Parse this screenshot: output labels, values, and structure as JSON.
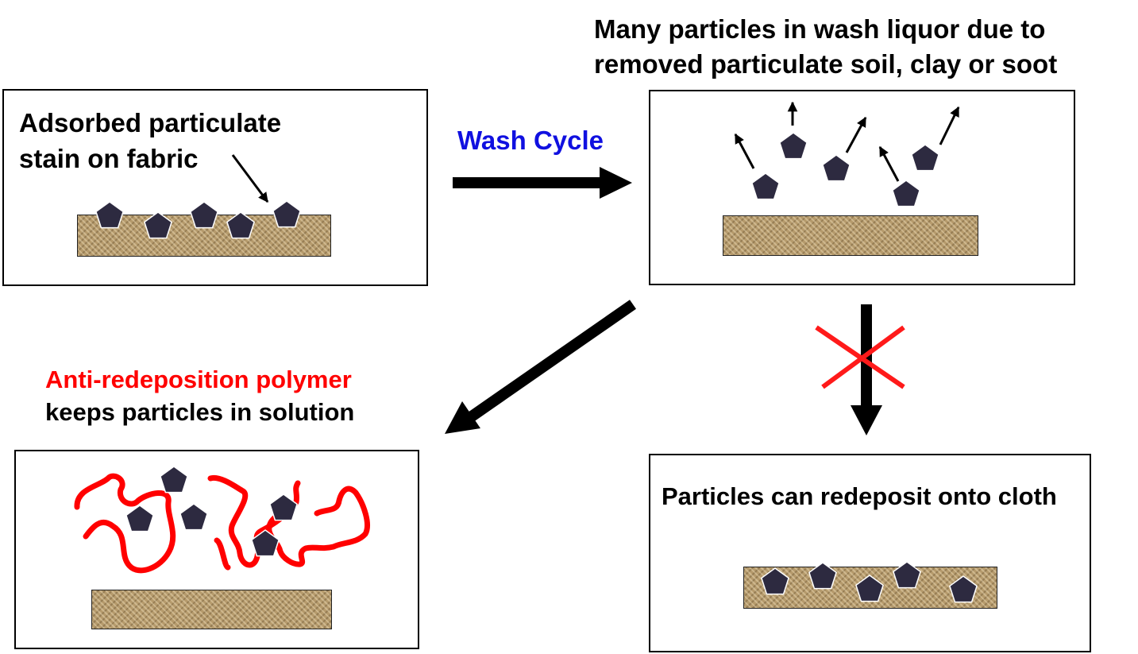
{
  "labels": {
    "adsorbed_line1": "Adsorbed particulate",
    "adsorbed_line2": "stain on fabric",
    "wash_cycle": "Wash Cycle",
    "many_particles_line1": "Many particles in wash liquor due to",
    "many_particles_line2": "removed particulate soil, clay or soot",
    "anti_redeposition": "Anti-redeposition polymer",
    "keeps_particles": "keeps particles in solution",
    "redeposit": "Particles can redeposit onto cloth"
  },
  "colors": {
    "wash_cycle_text": "#1010e0",
    "polymer_text": "#ff0000",
    "polymer_strand": "#ff0000",
    "cross_mark": "#ff1a1a",
    "particle_fill": "#2d2a40",
    "fabric": "#b59a6c",
    "arrow": "#000000"
  },
  "icons": {
    "particle": "pentagon-icon",
    "fabric": "woven-fabric-texture",
    "not_allowed": "x-cross-icon"
  }
}
